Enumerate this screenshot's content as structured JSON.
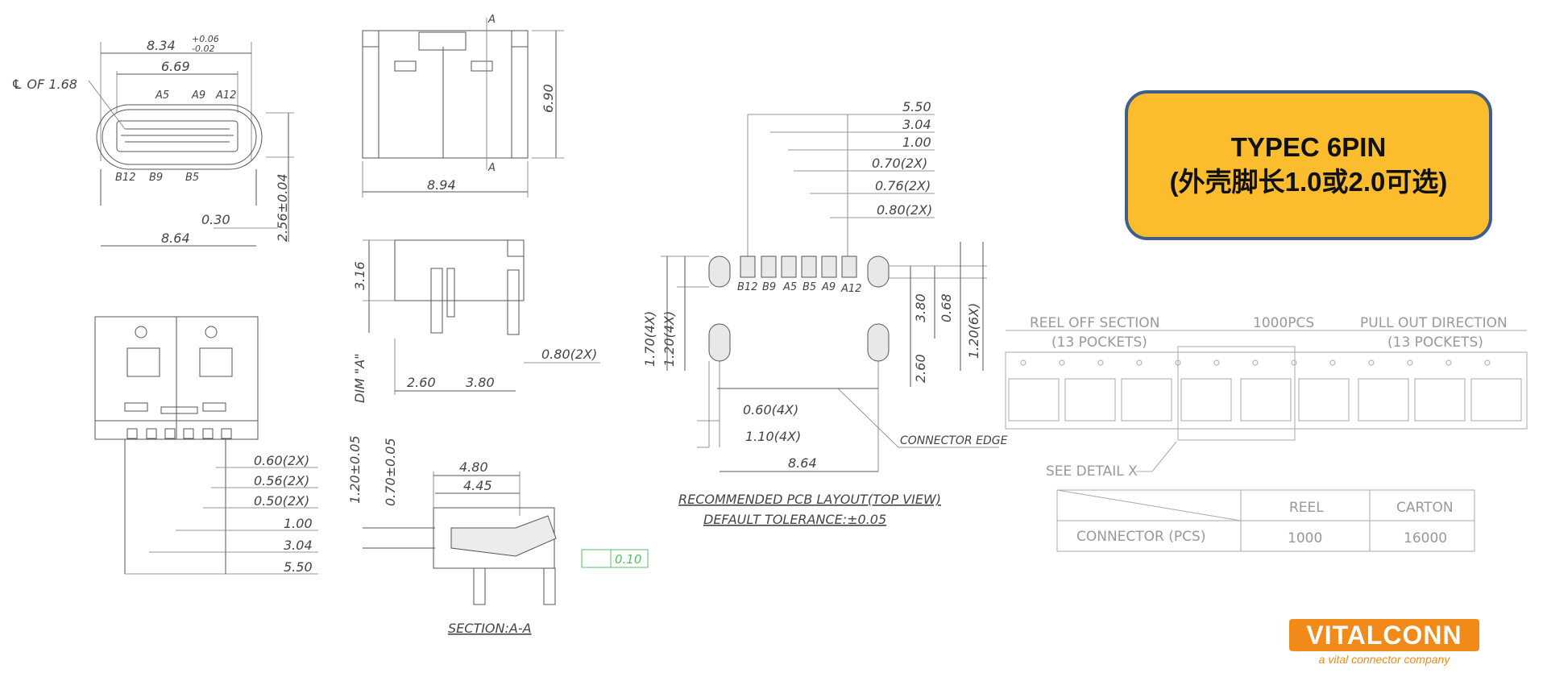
{
  "callout": {
    "title": "TYPEC 6PIN",
    "subtitle": "(外壳脚长1.0或2.0可选)"
  },
  "logo": {
    "brand": "VITALCONN",
    "tagline": "a vital connector company"
  },
  "front_view": {
    "dim_width_top": "8.34",
    "tol_plus": "+0.06",
    "tol_minus": "-0.02",
    "dim_inner": "6.69",
    "centerline": "℄ OF 1.68",
    "pins_top": [
      "A5",
      "A9",
      "A12"
    ],
    "pins_bottom": [
      "B12",
      "B9",
      "B5"
    ],
    "dim_030": "0.30",
    "dim_864": "8.64",
    "dim_height": "2.56±0.04"
  },
  "side_view": {
    "dim_width": "8.94",
    "dim_height": "6.90",
    "section_mark": "A"
  },
  "end_view": {
    "dim_316": "3.16",
    "dim_label": "DIM \"A\"",
    "dim_260": "2.60",
    "dim_380": "3.80",
    "dim_080": "0.80(2X)"
  },
  "section_view": {
    "dim_480": "4.80",
    "dim_445": "4.45",
    "dim_120": "1.20±0.05",
    "dim_070": "0.70±0.05",
    "flatness": "0.10",
    "label": "SECTION:A-A"
  },
  "bottom_view": {
    "dims": [
      "0.60(2X)",
      "0.56(2X)",
      "0.50(2X)",
      "1.00",
      "3.04",
      "5.50"
    ]
  },
  "pcb_layout": {
    "dims_top": [
      "5.50",
      "3.04",
      "1.00",
      "0.70(2X)",
      "0.76(2X)",
      "0.80(2X)"
    ],
    "pins": [
      "B12",
      "B9",
      "A5",
      "B5",
      "A9",
      "A12"
    ],
    "dim_170": "1.70(4X)",
    "dim_120": "1.20(4X)",
    "dim_380": "3.80",
    "dim_068": "0.68",
    "dim_120_6x": "1.20(6X)",
    "dim_260": "2.60",
    "dim_060": "0.60(4X)",
    "dim_110": "1.10(4X)",
    "dim_864": "8.64",
    "connector_edge": "CONNECTOR EDGE",
    "caption": "RECOMMENDED PCB LAYOUT(TOP VIEW)",
    "tolerance": "DEFAULT TOLERANCE:±0.05"
  },
  "reel": {
    "left_label": "REEL OFF SECTION",
    "left_sub": "(13 POCKETS)",
    "center_label": "1000PCS",
    "right_label": "PULL OUT DIRECTION",
    "right_sub": "(13 POCKETS)",
    "detail": "SEE DETAIL X"
  },
  "pack_table": {
    "headers": [
      "REEL",
      "CARTON"
    ],
    "row_label": "CONNECTOR (PCS)",
    "values": [
      "1000",
      "16000"
    ]
  }
}
